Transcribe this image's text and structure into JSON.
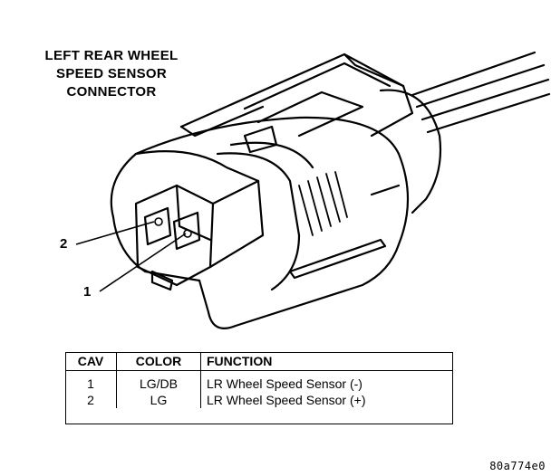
{
  "title_lines": [
    "LEFT REAR WHEEL",
    "SPEED SENSOR",
    "CONNECTOR"
  ],
  "callouts": [
    "2",
    "1"
  ],
  "table": {
    "headers": [
      "CAV",
      "COLOR",
      "FUNCTION"
    ],
    "rows": [
      {
        "cav": "1",
        "color": "LG/DB",
        "function": "LR Wheel Speed Sensor (-)"
      },
      {
        "cav": "2",
        "color": "LG",
        "function": "LR Wheel Speed Sensor (+)"
      }
    ]
  },
  "figure_id": "80a774e0"
}
